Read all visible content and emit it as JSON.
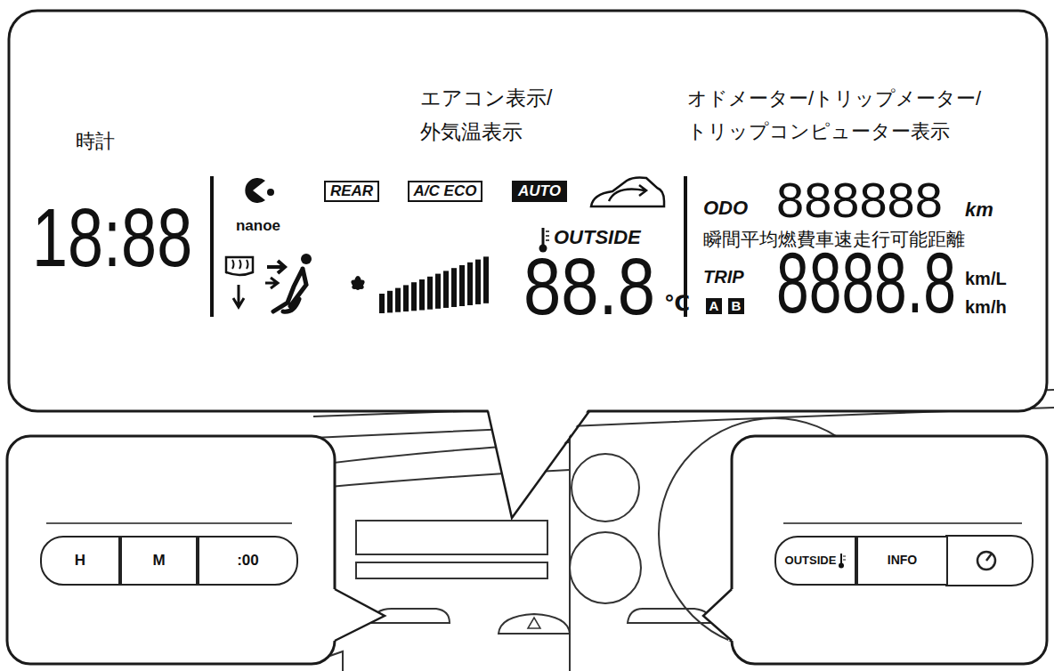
{
  "diagram": {
    "nodes": [
      {
        "text": [
          "REAR"
        ]
      },
      {
        "text": [
          "A/C ECO"
        ]
      },
      {
        "text": [
          "AUTO"
        ]
      },
      {
        "text": [
          "A"
        ]
      },
      {
        "text": [
          "B"
        ]
      },
      {
        "text": [
          "H"
        ]
      },
      {
        "text": [
          "M"
        ]
      },
      {
        "text": [
          ":00"
        ]
      },
      {
        "text": [
          "OUTSIDE"
        ]
      },
      {
        "text": [
          "INFO"
        ]
      }
    ],
    "labels": [
      "時計",
      "エアコン表示/ 外気温表示",
      "オドメーター/トリップメーター/ トリップコンピューター表示",
      "18:88",
      "nanoe",
      "OUTSIDE",
      "88.8",
      "℃",
      "ODO",
      "888888",
      "km",
      "瞬間平均燃費車速走行可能距離",
      "TRIP",
      "8888.8",
      "km/L",
      "km/h"
    ]
  }
}
